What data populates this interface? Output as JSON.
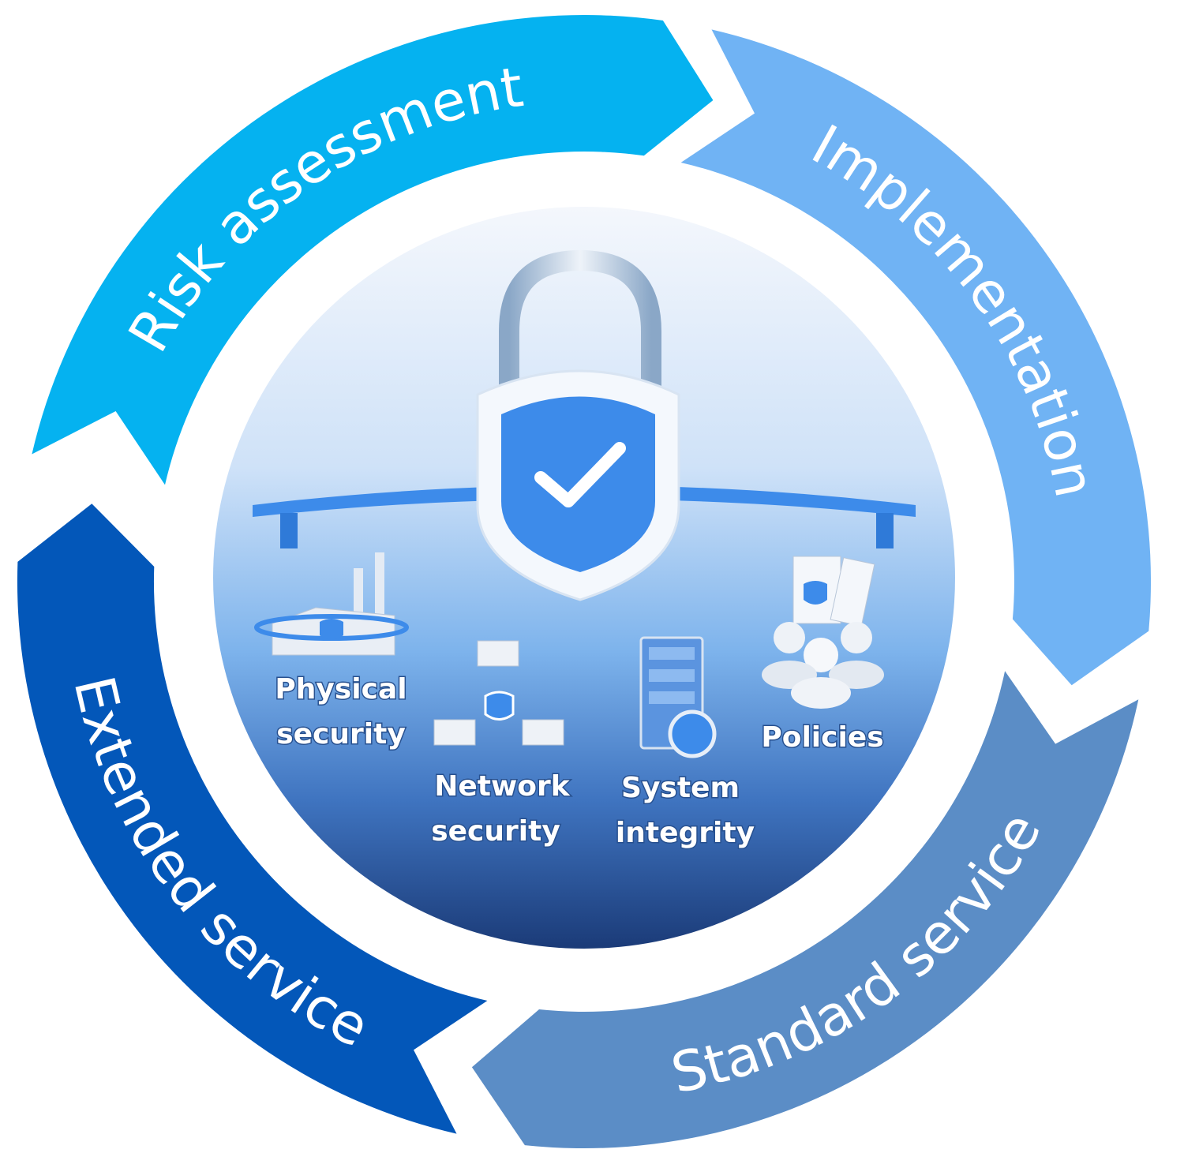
{
  "segments": [
    {
      "label": "Risk assessment",
      "color": "#05b2f0"
    },
    {
      "label": "Implementation",
      "color": "#70b3f4"
    },
    {
      "label": "Standard service",
      "color": "#5b8dc6"
    },
    {
      "label": "Extended service",
      "color": "#0357b9"
    }
  ],
  "center": {
    "pillars": [
      {
        "line1": "Physical",
        "line2": "security"
      },
      {
        "line1": "Network",
        "line2": "security"
      },
      {
        "line1": "System",
        "line2": "integrity"
      },
      {
        "line1": "Policies",
        "line2": ""
      }
    ],
    "colors": {
      "top": "#f2f6fc",
      "mid": "#8fbff0",
      "bottom": "#1e3f7e",
      "accent": "#3d8bea"
    }
  }
}
